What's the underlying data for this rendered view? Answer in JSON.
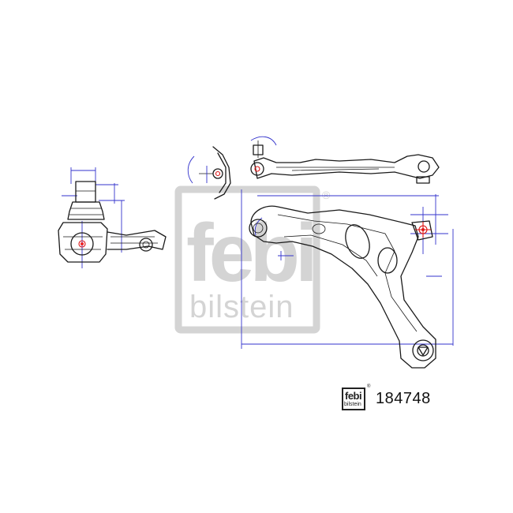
{
  "watermark": {
    "brand": "febi",
    "sub": "bilstein",
    "registered": "®"
  },
  "logo": {
    "brand": "febi",
    "sub": "bilstein",
    "registered": "®"
  },
  "part_number": "184748",
  "colors": {
    "outline": "#1a1a1a",
    "dimension": "#3333cc",
    "marker": "#ee2222",
    "watermark": "#d4d4d4"
  }
}
